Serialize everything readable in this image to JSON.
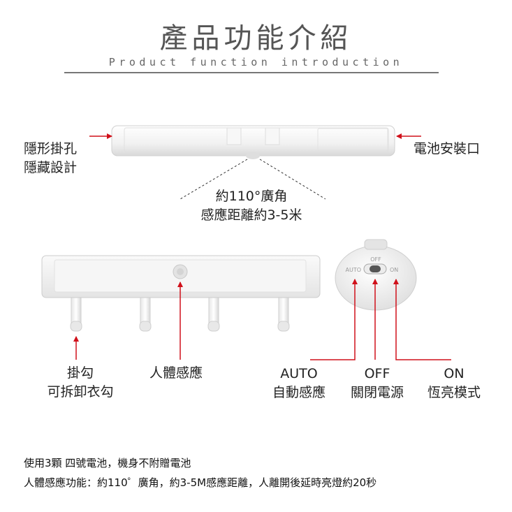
{
  "header": {
    "title": "產品功能介紹",
    "subtitle": "Product function introduction"
  },
  "top_diagram": {
    "left_label_line1": "隱形掛孔",
    "left_label_line2": "隱藏設計",
    "right_label": "電池安裝口",
    "center_label_line1": "約110°廣角",
    "center_label_line2": "感應距離約3-5米"
  },
  "bottom_diagram": {
    "hook_label_line1": "掛勾",
    "hook_label_line2": "可拆卸衣勾",
    "sensor_label": "人體感應",
    "switch": {
      "top_text": "OFF",
      "left_text": "AUTO",
      "right_text": "ON"
    },
    "modes": [
      {
        "name": "AUTO",
        "desc": "自動感應"
      },
      {
        "name": "OFF",
        "desc": "關閉電源"
      },
      {
        "name": "ON",
        "desc": "恆亮模式"
      }
    ]
  },
  "footer": {
    "line1": "使用3顆 四號電池，機身不附贈電池",
    "line2": "人體感應功能：約110゜廣角，約3-5M感應距離，人離開後延時亮燈約20秒"
  },
  "colors": {
    "arrow": "#d0101a",
    "text": "#222222",
    "device": "#f2f2f2"
  }
}
